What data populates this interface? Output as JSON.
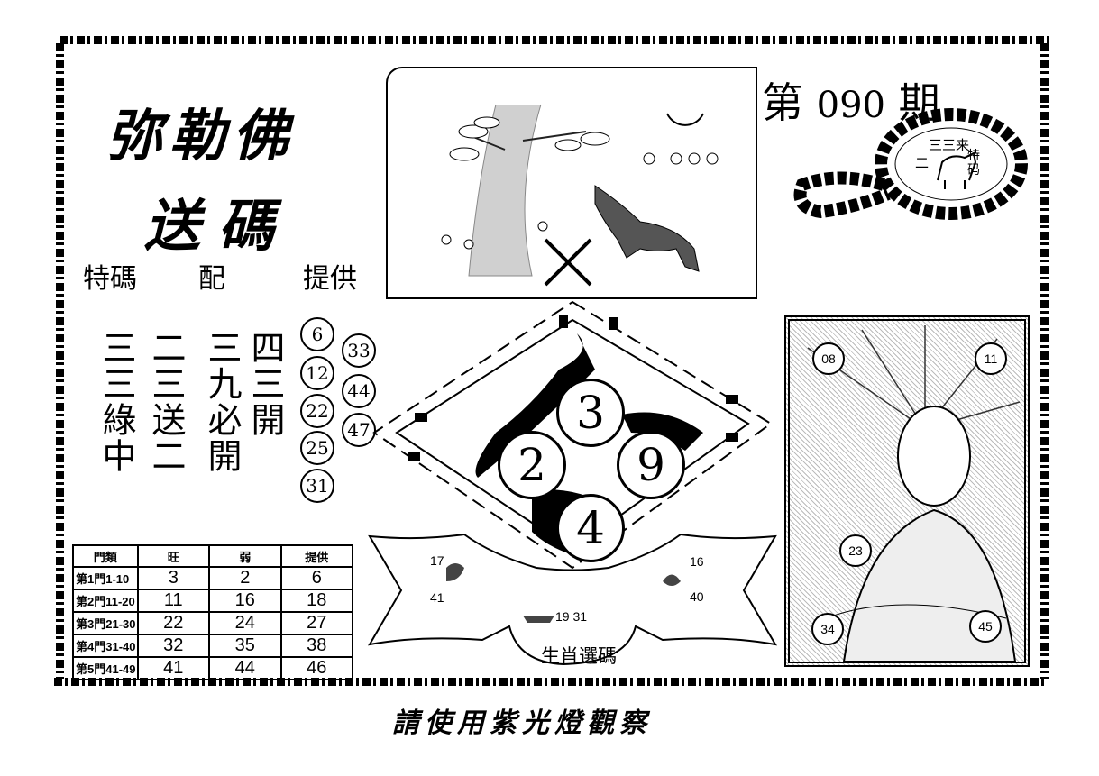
{
  "header": {
    "calligraphy_title": "弥勒佛",
    "calligraphy_subtitle": "送碼",
    "issue_prefix": "第",
    "issue_number": "090",
    "issue_suffix": "期"
  },
  "provider_line": {
    "left": "特碼",
    "middle": "配",
    "right": "提供"
  },
  "poem_columns": [
    "四三開",
    "三九必開",
    "二三送二",
    "三三綠中"
  ],
  "number_circles_col1": [
    "6",
    "12",
    "22",
    "25",
    "31"
  ],
  "number_circles_col2": [
    "33",
    "44",
    "47"
  ],
  "bead_label": {
    "top": "三三来",
    "side": "二",
    "right": "特码"
  },
  "diamond_numbers": [
    "3",
    "2",
    "9",
    "4"
  ],
  "zodiac_banner": {
    "left_nums": [
      "17",
      "41"
    ],
    "right_nums": [
      "16",
      "40"
    ],
    "bottom_nums": "19 31",
    "label": "生肖選碼"
  },
  "portrait_circles": [
    "08",
    "11",
    "23",
    "34",
    "45"
  ],
  "table": {
    "headers": [
      "門類",
      "旺",
      "弱",
      "提供"
    ],
    "rows": [
      {
        "label": "第1門1-10",
        "cells": [
          "3",
          "2",
          "6"
        ]
      },
      {
        "label": "第2門11-20",
        "cells": [
          "11",
          "16",
          "18"
        ]
      },
      {
        "label": "第3門21-30",
        "cells": [
          "22",
          "24",
          "27"
        ]
      },
      {
        "label": "第4門31-40",
        "cells": [
          "32",
          "35",
          "38"
        ]
      },
      {
        "label": "第5門41-49",
        "cells": [
          "41",
          "44",
          "46"
        ]
      }
    ]
  },
  "footer": "請使用紫光燈觀察"
}
